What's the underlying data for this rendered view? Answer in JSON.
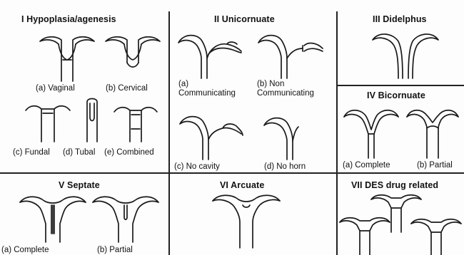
{
  "panels": {
    "p1": {
      "title": "I   Hypoplasia/agenesis",
      "labels": {
        "a": "(a) Vaginal",
        "b": "(b) Cervical",
        "c": "(c) Fundal",
        "d": "(d) Tubal",
        "e": "(e) Combined"
      }
    },
    "p2": {
      "title": "II   Unicornuate",
      "labels": {
        "a1": "(a)",
        "a2": "Communicating",
        "b1": "(b) Non",
        "b2": "Communicating",
        "c": "(c) No cavity",
        "d": "(d) No horn"
      }
    },
    "p3": {
      "title": "III   Didelphus"
    },
    "p4": {
      "title": "IV   Bicornuate",
      "labels": {
        "a": "(a) Complete",
        "b": "(b) Partial"
      }
    },
    "p5": {
      "title": "V   Septate",
      "labels": {
        "a": "(a) Complete",
        "b": "(b) Partial"
      }
    },
    "p6": {
      "title": "VI   Arcuate"
    },
    "p7": {
      "title": "VII   DES drug related"
    }
  }
}
